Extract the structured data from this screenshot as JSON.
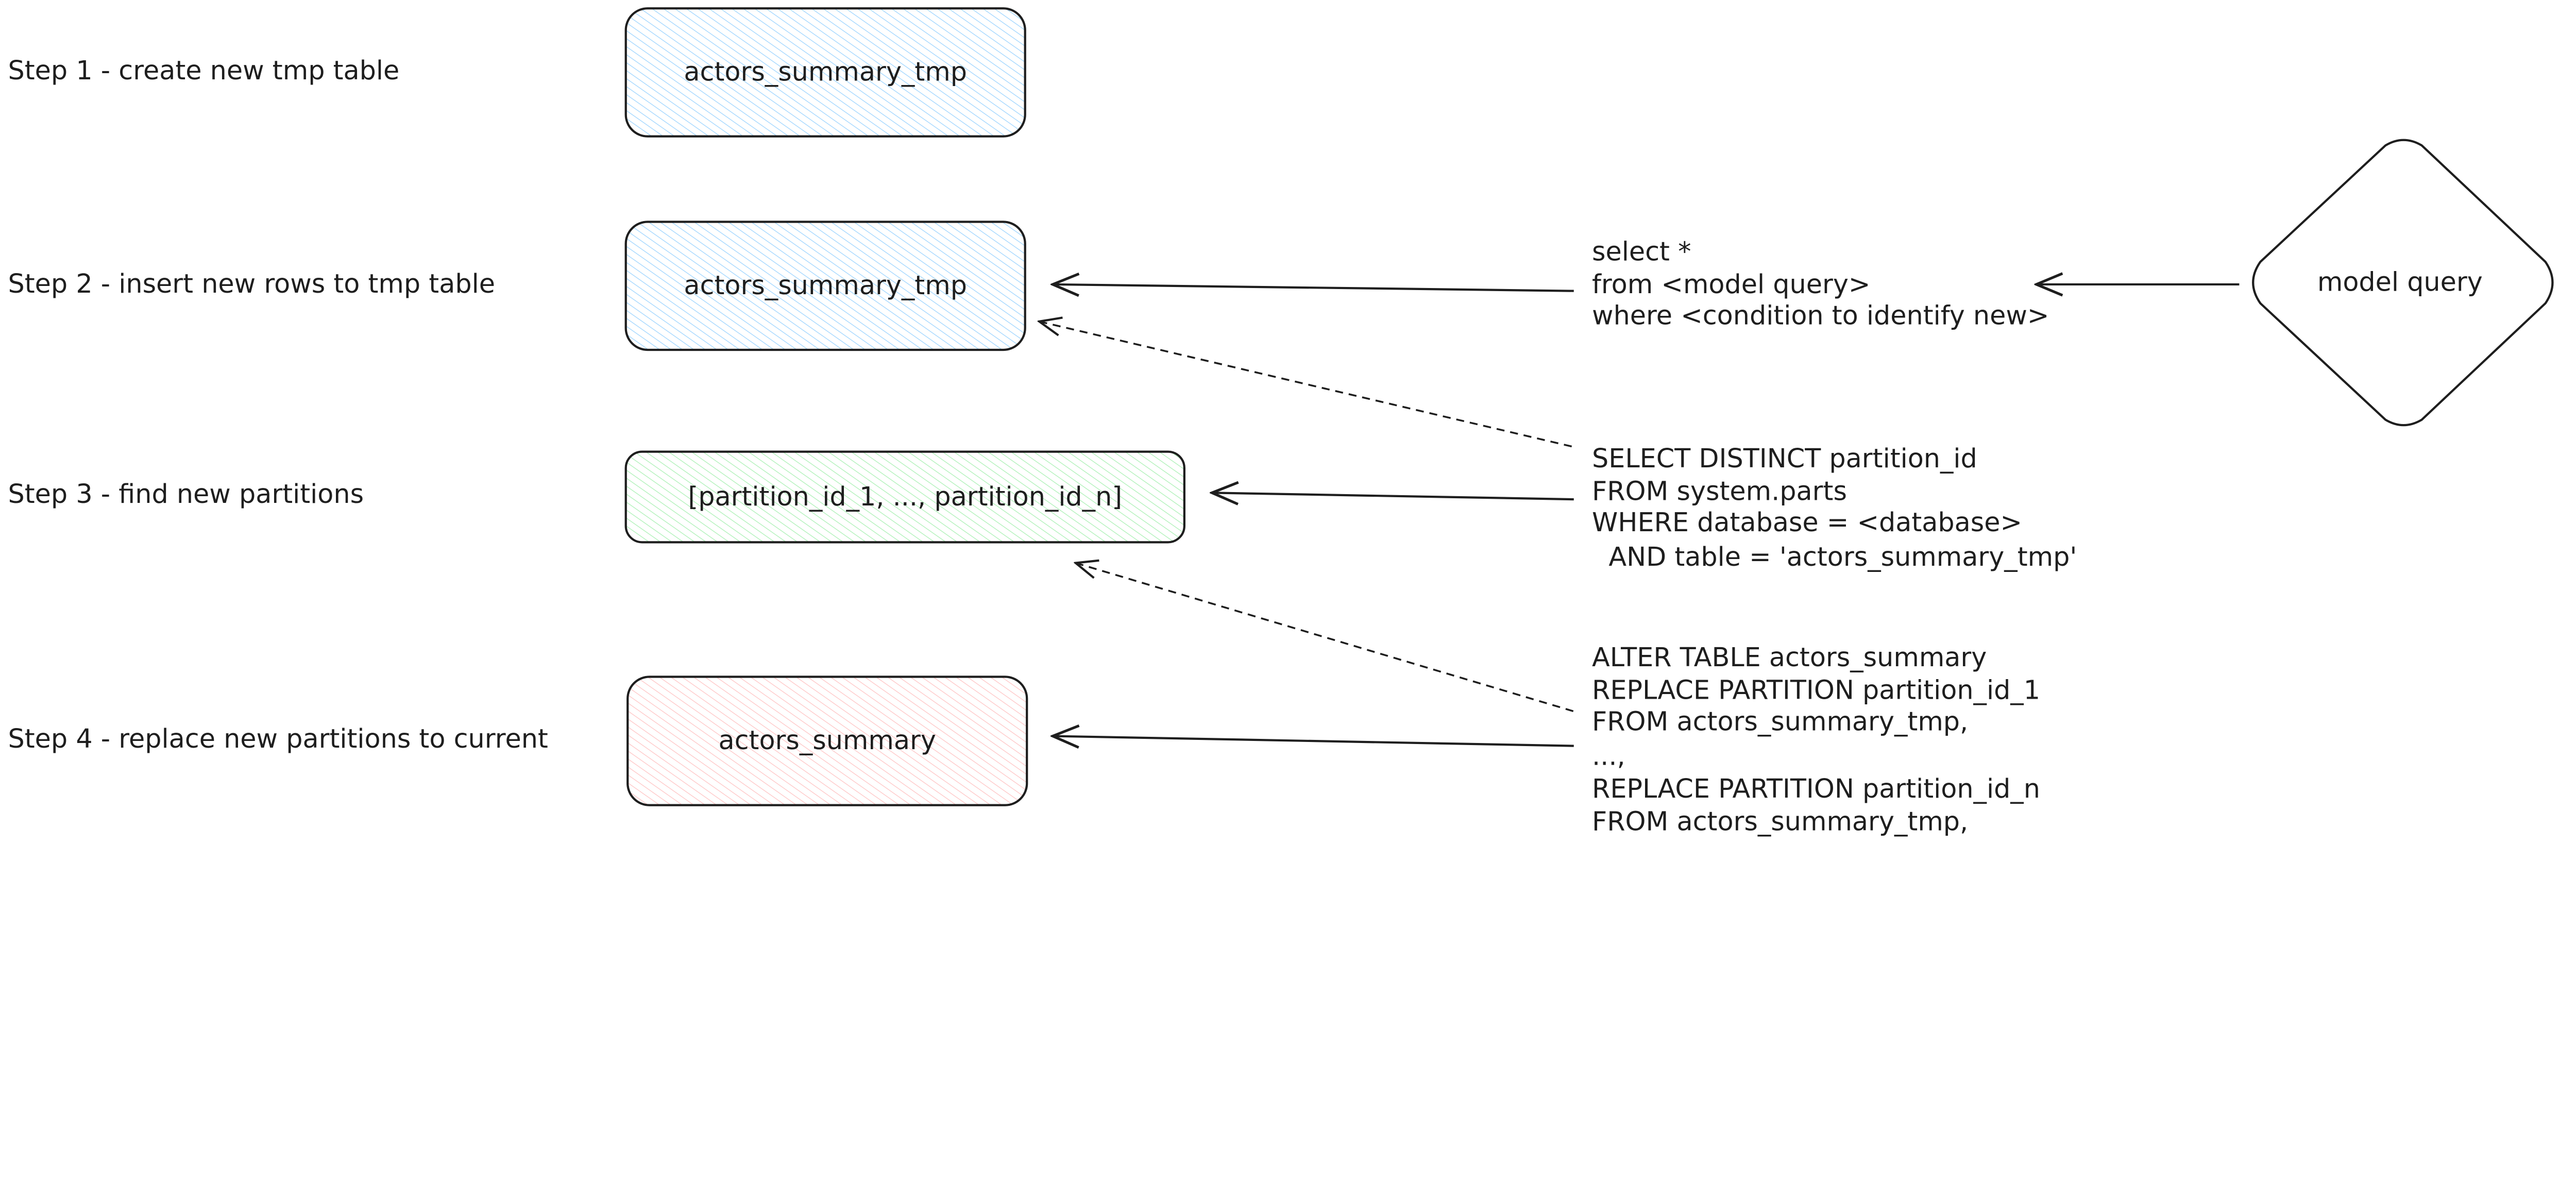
{
  "steps": [
    {
      "label": "Step 1 - create new tmp table",
      "box": "actors_summary_tmp",
      "fill": "#a5d8ff"
    },
    {
      "label": "Step 2 - insert new rows to tmp table",
      "box": "actors_summary_tmp",
      "fill": "#a5d8ff"
    },
    {
      "label": "Step 3 - find new partitions",
      "box": "[partition_id_1, ..., partition_id_n]",
      "fill": "#b2f2bb"
    },
    {
      "label": "Step 4 - replace new partitions to current",
      "box": "actors_summary",
      "fill": "#ffc9c9"
    }
  ],
  "source": {
    "label": "model query",
    "shape": "diamond"
  },
  "queries": {
    "insert": [
      "select *",
      "from <model query>",
      "where <condition to identify new>"
    ],
    "find_partitions": [
      "SELECT DISTINCT partition_id",
      "FROM system.parts",
      "WHERE database = <database>",
      "  AND table = 'actors_summary_tmp'"
    ],
    "replace": [
      "ALTER TABLE actors_summary",
      "REPLACE PARTITION partition_id_1",
      "FROM actors_summary_tmp,",
      "...,",
      "REPLACE PARTITION partition_id_n",
      "FROM actors_summary_tmp,"
    ]
  }
}
